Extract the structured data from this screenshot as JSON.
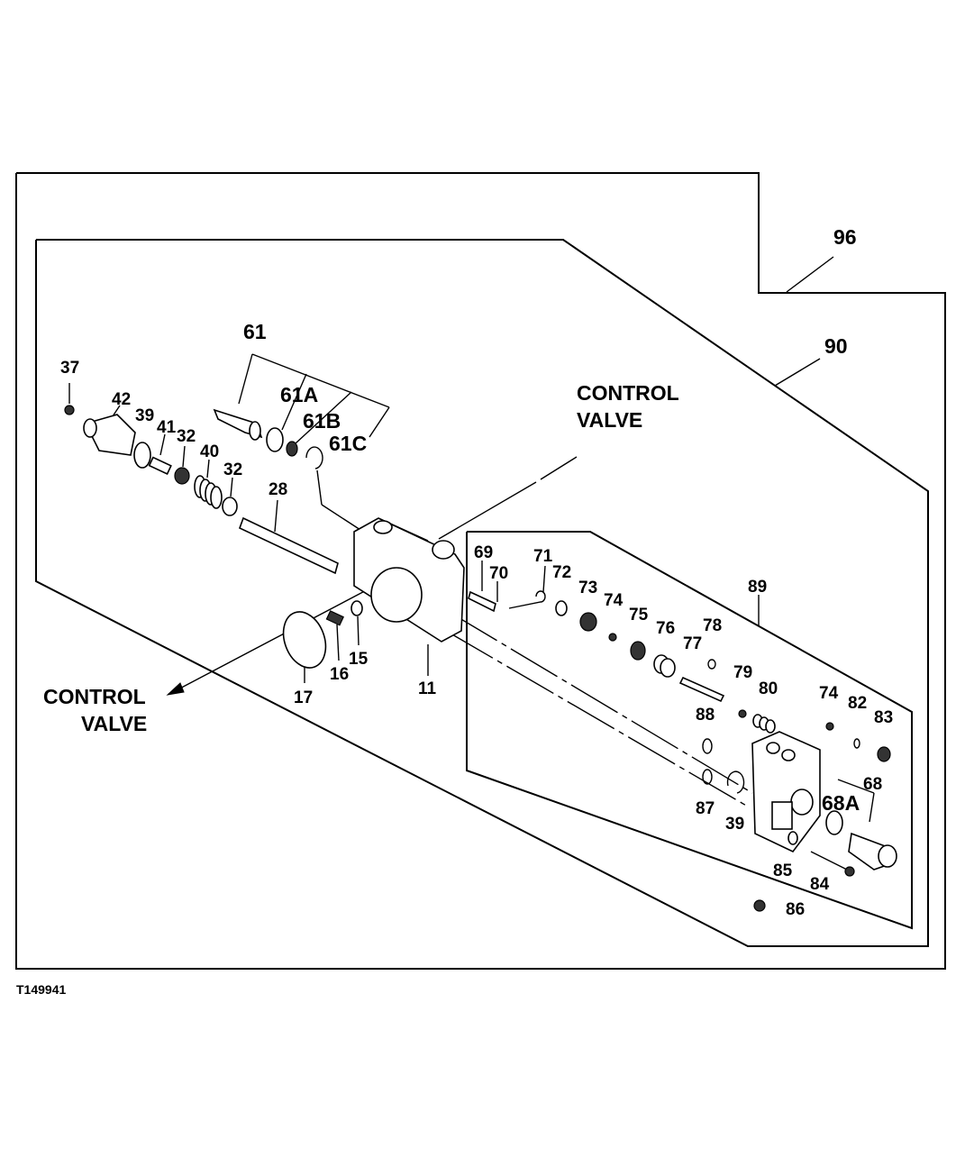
{
  "callouts": {
    "c96": "96",
    "c90": "90",
    "c61": "61",
    "c61a": "61A",
    "c61b": "61B",
    "c61c": "61C",
    "c37": "37",
    "c42": "42",
    "c39a": "39",
    "c41": "41",
    "c32a": "32",
    "c40": "40",
    "c32b": "32",
    "c28": "28",
    "c89": "89",
    "c69": "69",
    "c70": "70",
    "c71": "71",
    "c72": "72",
    "c73": "73",
    "c74a": "74",
    "c75": "75",
    "c76": "76",
    "c77": "77",
    "c78": "78",
    "c79": "79",
    "c80": "80",
    "c74b": "74",
    "c82": "82",
    "c83": "83",
    "c88": "88",
    "c68": "68",
    "c68a": "68A",
    "c87": "87",
    "c39b": "39",
    "c85": "85",
    "c84": "84",
    "c86": "86",
    "c17": "17",
    "c16": "16",
    "c15": "15",
    "c11": "11"
  },
  "notes": {
    "control_valve_1_line1": "CONTROL",
    "control_valve_1_line2": "VALVE",
    "control_valve_2_line1": "CONTROL",
    "control_valve_2_line2": "VALVE"
  },
  "figure_id": "T149941"
}
